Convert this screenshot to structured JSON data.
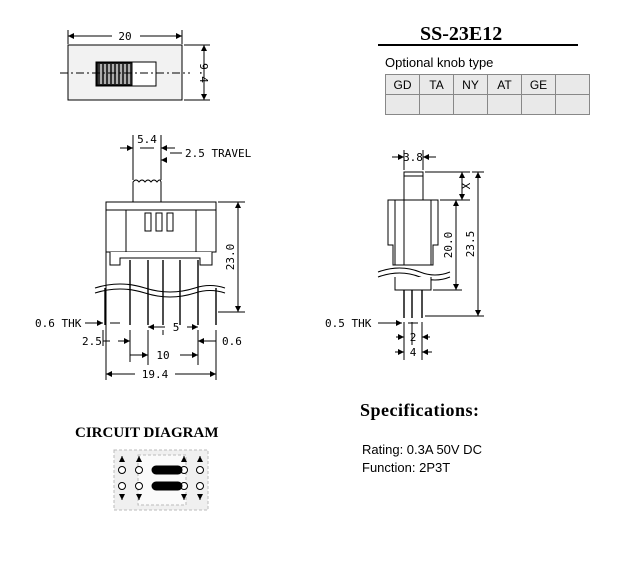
{
  "part_number": "SS-23E12",
  "optional_knob": {
    "label": "Optional knob type",
    "types": [
      "GD",
      "TA",
      "NY",
      "AT",
      "GE",
      ""
    ]
  },
  "top_view": {
    "width": "20",
    "height": "9.4"
  },
  "front_view": {
    "knob_width": "5.4",
    "travel": "2.5  TRAVEL",
    "height": "23.0",
    "terminal_thk": "0.6  THK",
    "pitch_small": "2.5",
    "pitch": "5",
    "offset": "0.6",
    "span": "10",
    "body_width": "19.4"
  },
  "side_view": {
    "knob_width": "3.8",
    "x_label": "X",
    "body_height": "20.0",
    "total_height": "23.5",
    "terminal_thk": "0.5  THK",
    "pin_pitch": "2",
    "pin_span": "4"
  },
  "circuit": {
    "title": "CIRCUIT DIAGRAM"
  },
  "specifications": {
    "title": "Specifications:",
    "rating": "Rating: 0.3A 50V DC",
    "function": "Function: 2P3T"
  }
}
